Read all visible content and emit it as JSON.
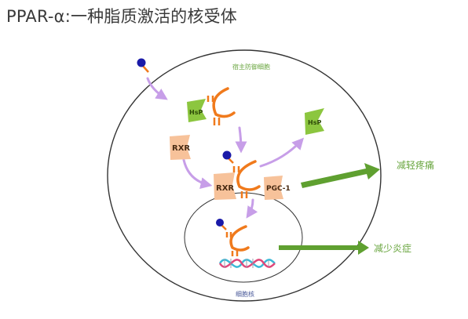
{
  "title": "PPAR-α:一种脂质激活的核受体",
  "labels": {
    "host_cell": "宿主防御细胞",
    "nucleus": "细胞核",
    "hsp": "HsP",
    "rxr": "RXR",
    "pgc1": "PGC-1",
    "outcome_pain": "减轻疼痛",
    "outcome_inflammation": "减少炎症"
  },
  "colors": {
    "title": "#3a3a3a",
    "cell_outline": "#333333",
    "receptor": "#f07a1c",
    "ligand": "#1a1aa8",
    "rxr_shape": "#f7c29a",
    "hsp_shape": "#8cc63f",
    "process_arrow": "#c79ee8",
    "outcome_arrow": "#5fa030",
    "outcome_text": "#6aa640",
    "host_cell_text": "#6aa640",
    "nucleus_text": "#4a5a9a",
    "dna_strand_a": "#3bb8d6",
    "dna_strand_b": "#e0477a"
  },
  "icons": {
    "ligand": "ligand-ball-icon",
    "receptor": "ppar-receptor-icon",
    "dna": "dna-helix-icon"
  }
}
